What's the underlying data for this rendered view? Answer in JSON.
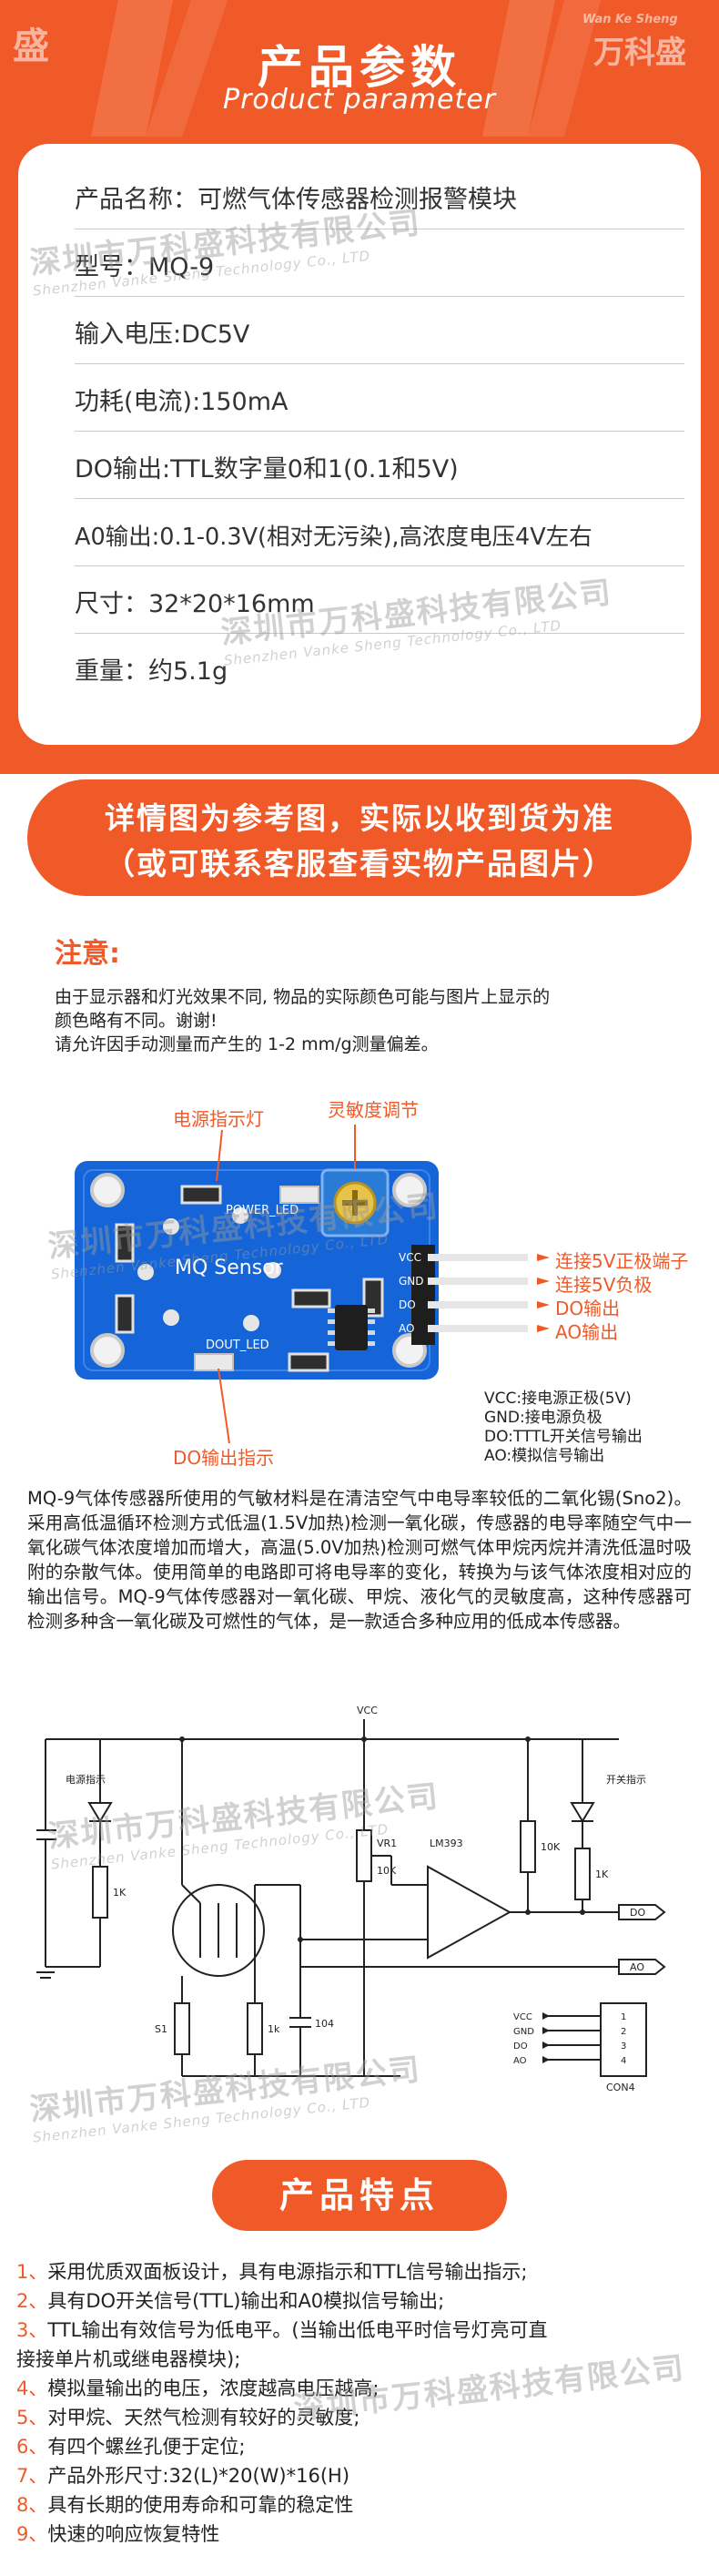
{
  "header": {
    "title": "产品参数",
    "subtitle": "Product parameter",
    "brand_en": "Wan Ke Sheng",
    "brand_cn": "万科盛",
    "brand_left": "盛"
  },
  "parameters": [
    "产品名称：可燃气体传感器检测报警模块",
    "型号：MQ-9",
    "输入电压:DC5V",
    "功耗(电流):150mA",
    "DO输出:TTL数字量0和1(0.1和5V)",
    "A0输出:0.1-0.3V(相对无污染),高浓度电压4V左右",
    "尺寸：32*20*16mm",
    "重量：约5.1g"
  ],
  "notice": {
    "line1": "详情图为参考图，实际以收到货为准",
    "line2": "（或可联系客服查看实物产品图片）"
  },
  "attention": {
    "title": "注意:",
    "lines": [
      "由于显示器和灯光效果不同, 物品的实际颜色可能与图片上显示的",
      "颜色略有不同。谢谢!",
      "请允许因手动测量而产生的 1-2 mm/g测量偏差。"
    ]
  },
  "module": {
    "board_label": "MQ Sensor",
    "power_led": "POWER_LED",
    "dout_led": "DOUT_LED",
    "pins": [
      "VCC",
      "GND",
      "DO",
      "AO"
    ],
    "callouts": {
      "power_indicator": "电源指示灯",
      "sensitivity": "灵敏度调节",
      "vcc": "连接5V正极端子",
      "gnd": "连接5V负极",
      "do": "DO输出",
      "ao": "AO输出",
      "do_indicator": "DO输出指示"
    },
    "legend": [
      "VCC:接电源正极(5V)",
      "GND:接电源负极",
      "DO:TTTL开关信号输出",
      "AO:模拟信号输出"
    ]
  },
  "description": "MQ-9气体传感器所使用的气敏材料是在清洁空气中电导率较低的二氧化锡(Sno2)。采用高低温循环检测方式低温(1.5V加热)检测一氧化碳，传感器的电导率随空气中一氧化碳气体浓度增加而增大，高温(5.0V加热)检测可燃气体甲烷丙烷并清洗低温时吸附的杂散气体。使用简单的电路即可将电导率的变化，转换为与该气体浓度相对应的输出信号。MQ-9气体传感器对一氧化碳、甲烷、液化气的灵敏度高，这种传感器可检测多种含一氧化碳及可燃性的气体，是一款适合多种应用的低成本传感器。",
  "schematic": {
    "vcc": "VCC",
    "power_indicator": "电源指示",
    "switch_indicator": "开关指示",
    "vr1": "VR1",
    "ic": "LM393",
    "r1": "1K",
    "r2": "10K",
    "r3": "10K",
    "r4": "1K",
    "r5": "1k",
    "s1": "S1",
    "cap": "104",
    "do": "DO",
    "ao": "AO",
    "connector": "CON4",
    "pins": [
      "VCC",
      "GND",
      "DO",
      "AO"
    ],
    "pin_numbers": [
      "1",
      "2",
      "3",
      "4"
    ]
  },
  "features": {
    "title": "产品特点",
    "items": [
      {
        "num": "1、",
        "text": "采用优质双面板设计，具有电源指示和TTL信号输出指示;"
      },
      {
        "num": "2、",
        "text": "具有DO开关信号(TTL)输出和A0模拟信号输出;"
      },
      {
        "num": "3、",
        "text": "TTL输出有效信号为低电平。(当输出低电平时信号灯亮可直"
      },
      {
        "num": "",
        "text": "接接单片机或继电器模块);"
      },
      {
        "num": "4、",
        "text": "模拟量输出的电压，浓度越高电压越高;"
      },
      {
        "num": "5、",
        "text": "对甲烷、天然气检测有较好的灵敏度;"
      },
      {
        "num": "6、",
        "text": "有四个螺丝孔便于定位;"
      },
      {
        "num": "7、",
        "text": "产品外形尺寸:32(L)*20(W)*16(H)"
      },
      {
        "num": "8、",
        "text": "具有长期的使用寿命和可靠的稳定性"
      },
      {
        "num": "9、",
        "text": "快速的响应恢复特性"
      }
    ]
  },
  "watermark": {
    "cn": "深圳市万科盛科技有限公司",
    "en": "Shenzhen Vanke Sheng Technology Co., LTD"
  },
  "colors": {
    "accent": "#f05a28",
    "board": "#1565d8",
    "potentiometer": "#2a7bd6"
  }
}
